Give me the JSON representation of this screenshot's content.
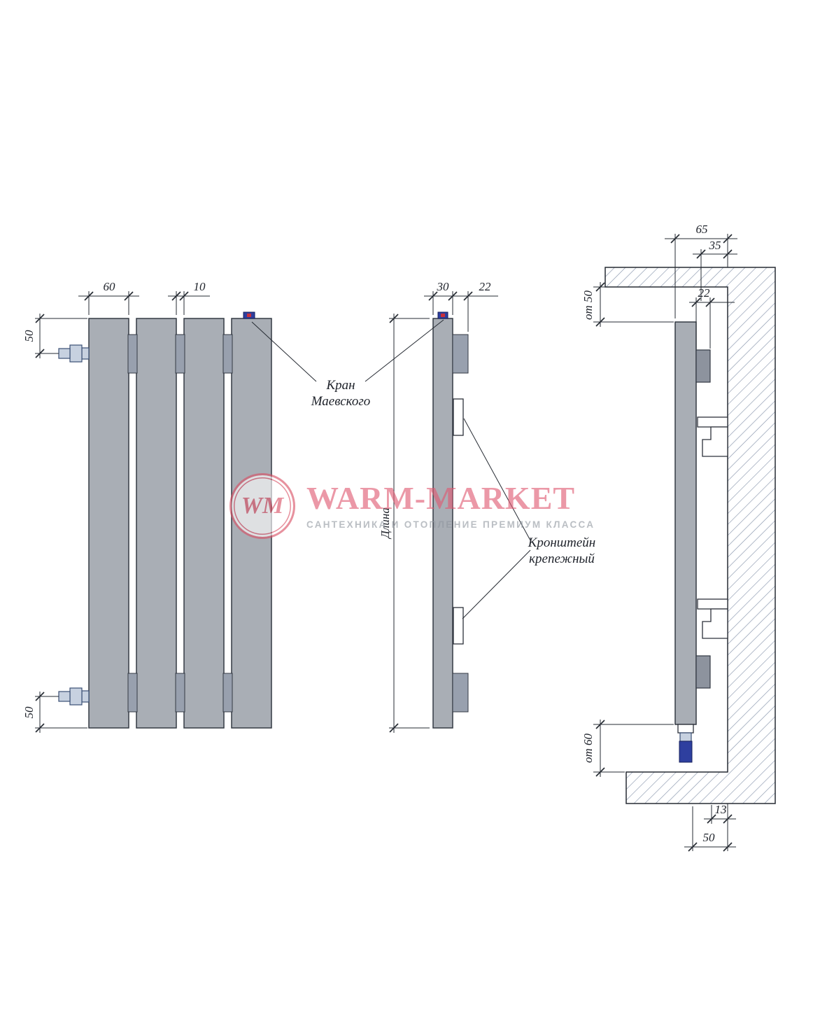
{
  "front_view": {
    "dim_width": "60",
    "dim_gap": "10",
    "dim_top_offset": "50",
    "dim_bottom_offset": "50"
  },
  "side_view": {
    "dim_depth": "30",
    "dim_bracket": "22",
    "dim_length_label": "Длина"
  },
  "section_view": {
    "dim_total": "65",
    "dim_offset": "35",
    "dim_bracket": "22",
    "dim_top_clearance": "от 50",
    "dim_bottom_clearance": "от 60",
    "dim_wall_gap": "13",
    "dim_depth": "50"
  },
  "callouts": {
    "air_valve": [
      "Кран",
      "Маевского"
    ],
    "bracket": [
      "Кронштейн",
      "крепежный"
    ]
  },
  "watermark": {
    "logo": "WM",
    "brand": "WARM-MARKET",
    "tagline": "САНТЕХНИКА И ОТОПЛЕНИЕ ПРЕМИУМ КЛАССА"
  },
  "colors": {
    "panel_gray": "#a9aeb5",
    "connector_gray": "#98a0ae",
    "valve_blue": "#2e3f9f",
    "valve_red": "#c8303a",
    "drawing_line": "#262b33",
    "hatch_blue_gray": "#8a97ad",
    "brand_pink": "#e05a72",
    "tagline_gray": "#9097a0"
  }
}
